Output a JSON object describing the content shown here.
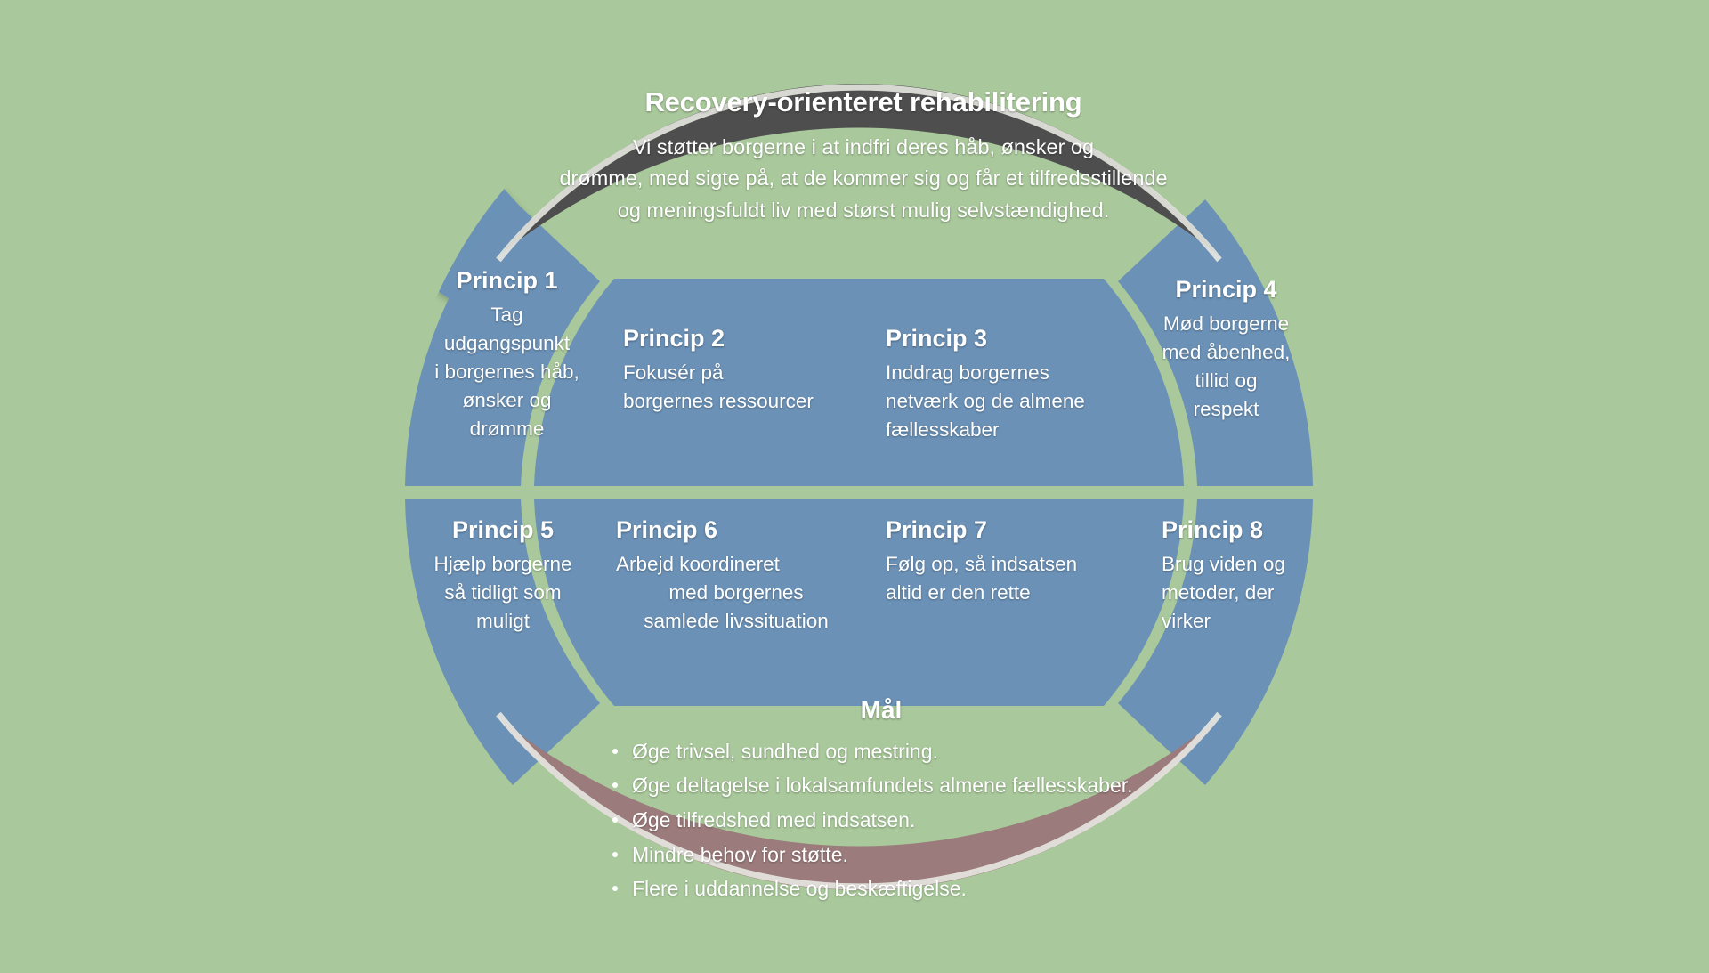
{
  "background_color": "#a9c89b",
  "colors": {
    "background_green": "#a9c89b",
    "segment_blue": "#6b91b6",
    "top_dark": "#4e4e4e",
    "bottom_maroon": "#9b7b7b",
    "gap_highlight": "#e6e6e0",
    "text_white": "#ffffff"
  },
  "top": {
    "title": "Recovery-orienteret rehabilitering",
    "body_lines": [
      "Vi støtter borgerne i at indfri deres håb, ønsker og",
      "drømme, med sigte på, at de kommer sig og får et tilfredsstillende",
      "og meningsfuldt liv med størst mulig selvstændighed."
    ],
    "body": "Vi støtter borgerne i at indfri deres håb, ønsker og drømme, med sigte på, at de kommer sig og får et tilfredsstillende og meningsfuldt liv med størst mulig selvstændighed."
  },
  "principles": [
    {
      "id": "princip-1",
      "title": "Princip 1",
      "body_lines": [
        "Tag",
        "udgangspunkt",
        "i borgernes håb,",
        "ønsker og",
        "drømme"
      ],
      "body": "Tag udgangspunkt i borgernes håb, ønsker og drømme"
    },
    {
      "id": "princip-2",
      "title": "Princip 2",
      "body_lines": [
        "Fokusér på",
        "borgernes ressourcer"
      ],
      "body": "Fokusér på borgernes ressourcer"
    },
    {
      "id": "princip-3",
      "title": "Princip 3",
      "body_lines": [
        "Inddrag borgernes",
        "netværk og de almene",
        "fællesskaber"
      ],
      "body": "Inddrag borgernes netværk og de almene fællesskaber"
    },
    {
      "id": "princip-4",
      "title": "Princip 4",
      "body_lines": [
        "Mød borgerne",
        "med åbenhed,",
        "tillid og",
        "respekt"
      ],
      "body": "Mød borgerne med åbenhed, tillid og respekt"
    },
    {
      "id": "princip-5",
      "title": "Princip 5",
      "body_lines": [
        "Hjælp borgerne",
        "så tidligt som",
        "muligt"
      ],
      "body": "Hjælp borgerne så tidligt som muligt"
    },
    {
      "id": "princip-6",
      "title": "Princip 6",
      "body_lines": [
        "Arbejd koordineret",
        "med borgernes",
        "samlede livssituation"
      ],
      "body": "Arbejd koordineret med borgernes samlede livssituation"
    },
    {
      "id": "princip-7",
      "title": "Princip 7",
      "body_lines": [
        "Følg op, så indsatsen",
        "altid er den rette"
      ],
      "body": "Følg op, så indsatsen altid er den rette"
    },
    {
      "id": "princip-8",
      "title": "Princip 8",
      "body_lines": [
        "Brug viden og",
        "metoder, der",
        "virker"
      ],
      "body": "Brug viden og metoder, der virker"
    }
  ],
  "goal": {
    "title": "Mål",
    "items": [
      "Øge trivsel, sundhed og mestring.",
      "Øge deltagelse i lokalsamfundets almene fællesskaber.",
      "Øge tilfredshed med indsatsen.",
      "Mindre behov for støtte.",
      "Flere i uddannelse og beskæftigelse."
    ]
  }
}
